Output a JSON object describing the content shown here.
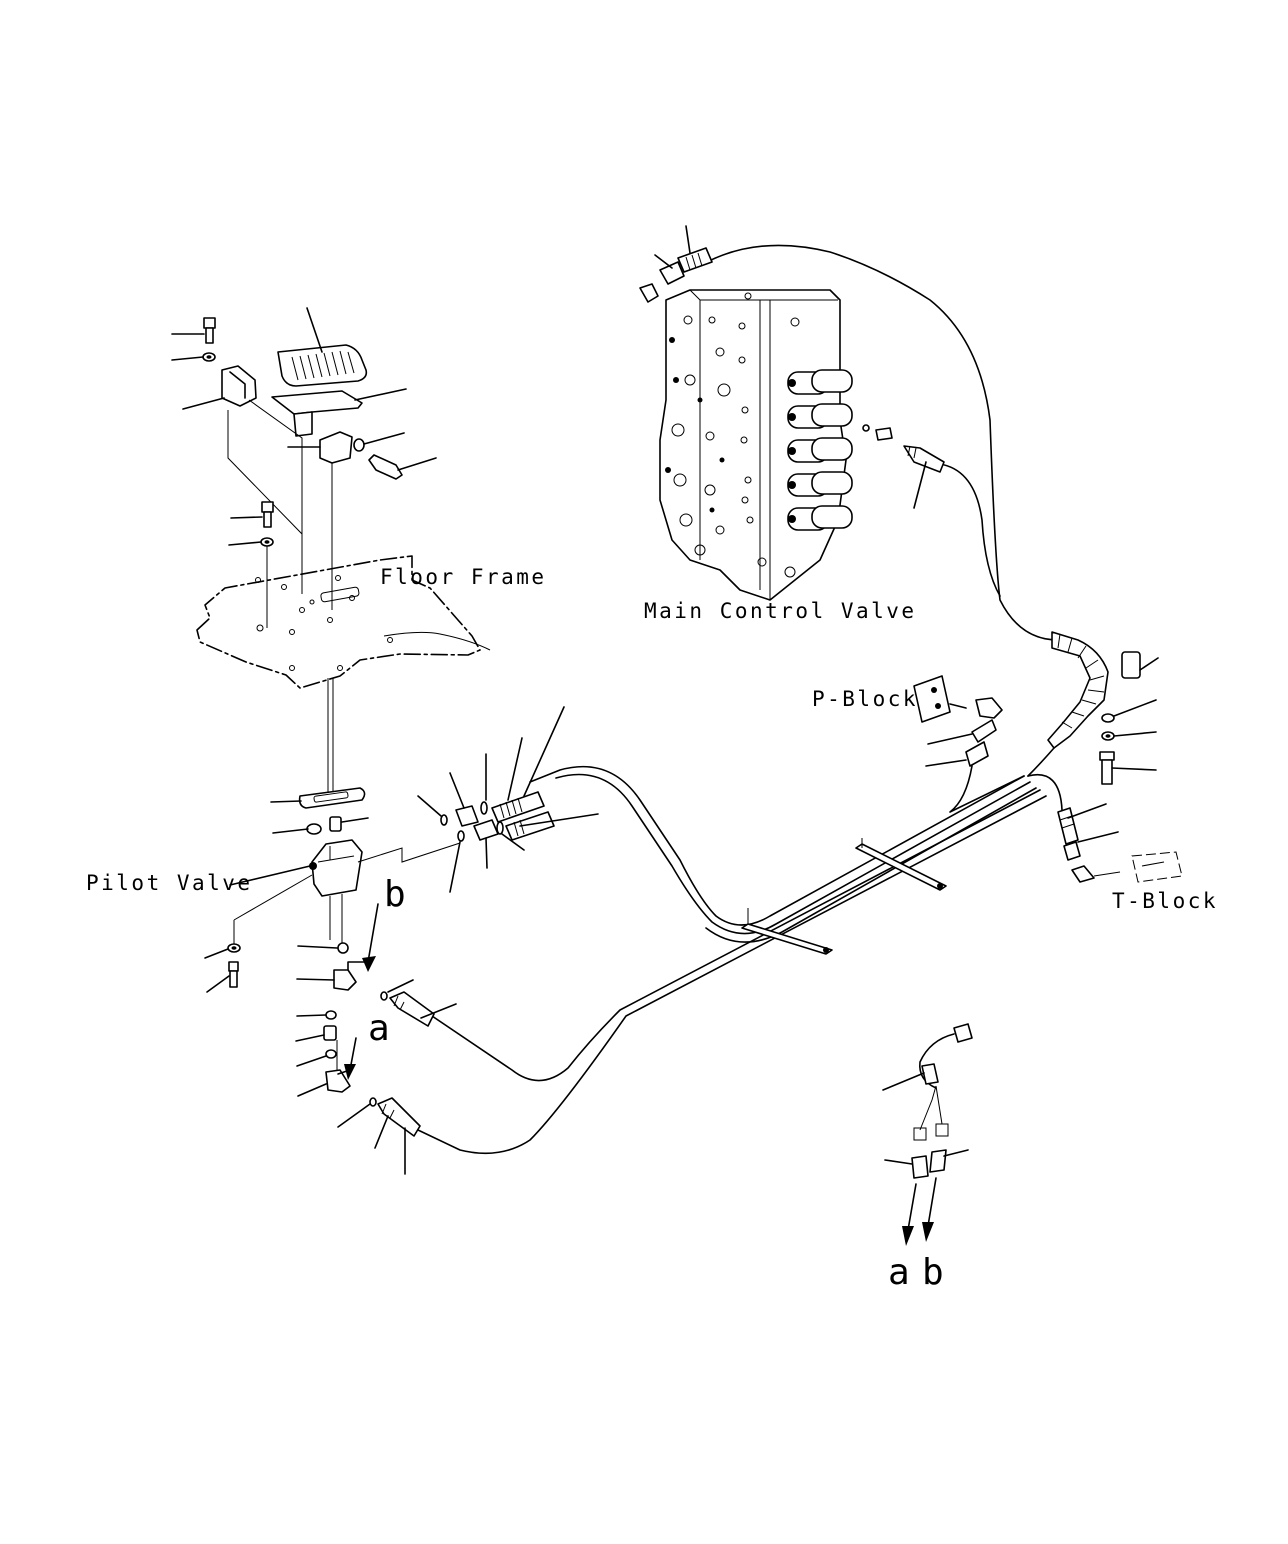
{
  "labels": {
    "floor_frame": "Floor Frame",
    "main_control_valve": "Main Control Valve",
    "p_block": "P-Block",
    "pilot_valve": "Pilot Valve",
    "t_block": "T-Block",
    "port_a_upper": "a",
    "port_b_upper": "b",
    "port_a_lower": "a",
    "port_b_lower": "b"
  }
}
